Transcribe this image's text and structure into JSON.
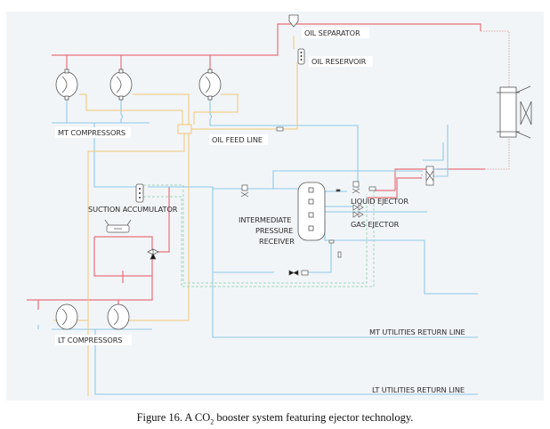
{
  "figure": {
    "caption_prefix": "Figure 16. A CO",
    "caption_sub": "2",
    "caption_suffix": " booster system featuring ejector technology."
  },
  "labels": {
    "oil_separator": "OIL SEPARATOR",
    "oil_reservoir": "OIL RESERVOIR",
    "mt_compressors": "MT COMPRESSORS",
    "oil_feed_line": "OIL FEED LINE",
    "suction_accumulator": "SUCTION ACCUMULATOR",
    "intermediate_1": "INTERMEDIATE",
    "intermediate_2": "PRESSURE",
    "intermediate_3": "RECEIVER",
    "liquid_ejector": "LIQUID EJECTOR",
    "gas_ejector": "GAS EJECTOR",
    "lt_compressors": "LT COMPRESSORS",
    "mt_return": "MT UTILITIES RETURN LINE",
    "lt_return": "LT UTILITIES RETURN LINE"
  },
  "colors": {
    "background": "#f2f5f8",
    "high_pressure": "#e8707a",
    "suction": "#8ec9e6",
    "oil": "#f0c774",
    "flash_gas": "#9fd6b8",
    "symbol": "#444444",
    "gascooler_link": "#d8a8a8"
  },
  "components": {
    "mt_compressor_count": 3,
    "lt_compressor_count": 2
  }
}
